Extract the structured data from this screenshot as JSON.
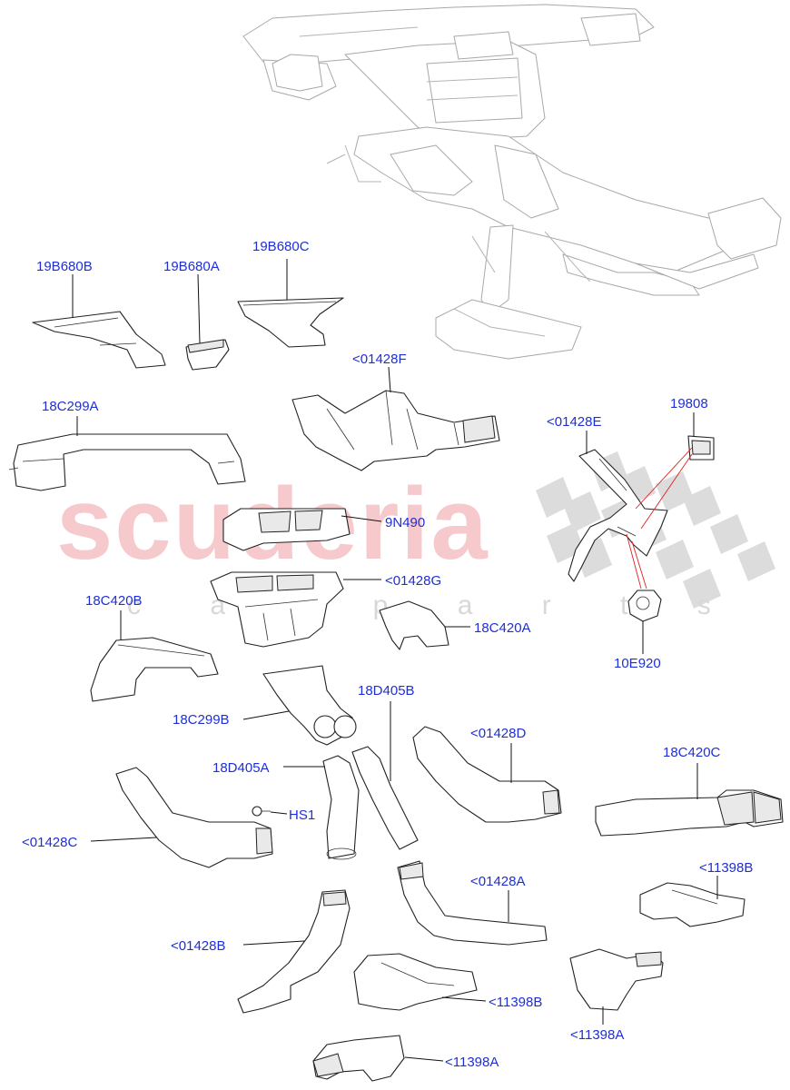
{
  "watermark": {
    "brand": "scuderia",
    "sub": "c a r p a r t s",
    "brand_color": "#f6c9cc",
    "checker_color": "#d9d9d9"
  },
  "label_color": "#1f2fd6",
  "callouts": {
    "p19B680B": "19B680B",
    "p19B680A": "19B680A",
    "p19B680C": "19B680C",
    "p01428F": "<01428F",
    "p18C299A": "18C299A",
    "p01428E": "<01428E",
    "p19808": "19808",
    "p9N490": "9N490",
    "p01428G": "<01428G",
    "p18C420B": "18C420B",
    "p18C420A": "18C420A",
    "p10E920": "10E920",
    "p18D405B": "18D405B",
    "p18C299B": "18C299B",
    "p01428D": "<01428D",
    "p18D405A": "18D405A",
    "p18C420C": "18C420C",
    "pHS1": "HS1",
    "p01428C": "<01428C",
    "p11398B_right": "<11398B",
    "p01428A": "<01428A",
    "p01428B": "<01428B",
    "p11398B_mid": "<11398B",
    "p11398A_right": "<11398A",
    "p11398A_bottom": "<11398A"
  }
}
